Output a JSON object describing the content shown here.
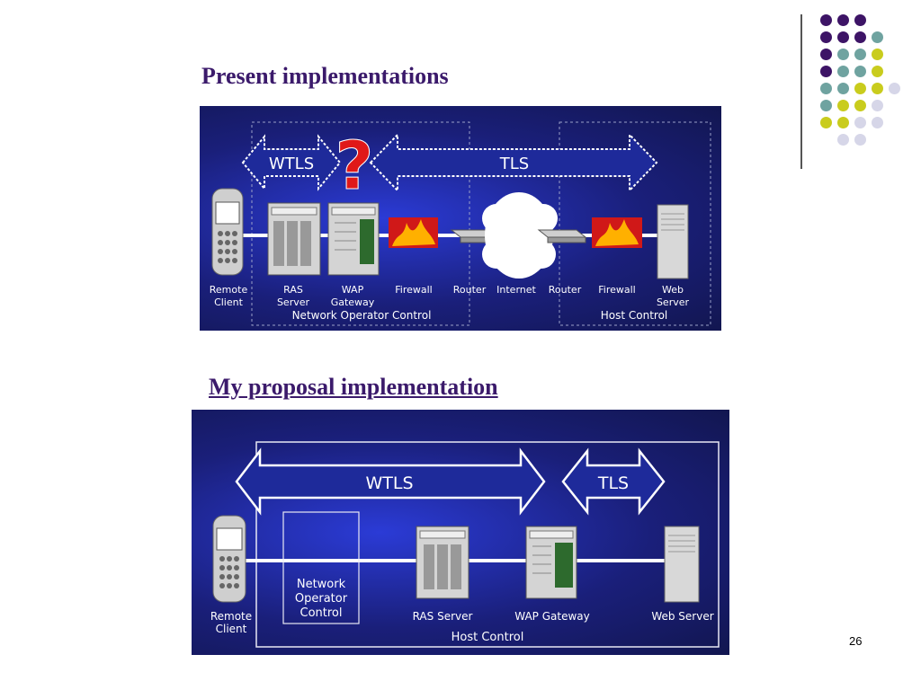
{
  "slide": {
    "title1": "Present implementations",
    "title2": "My proposal implementation",
    "page_number": "26"
  },
  "diagram1": {
    "wtls": "WTLS",
    "tls": "TLS",
    "question": "?",
    "labels": {
      "remote_client_1": "Remote",
      "remote_client_2": "Client",
      "ras_1": "RAS",
      "ras_2": "Server",
      "wap_1": "WAP",
      "wap_2": "Gateway",
      "firewall_a": "Firewall",
      "router_a": "Router",
      "internet": "Internet",
      "router_b": "Router",
      "firewall_b": "Firewall",
      "web_1": "Web",
      "web_2": "Server"
    },
    "network_operator_control": "Network Operator Control",
    "host_control": "Host Control"
  },
  "diagram2": {
    "wtls": "WTLS",
    "tls": "TLS",
    "labels": {
      "remote_client_1": "Remote",
      "remote_client_2": "Client",
      "noc_1": "Network",
      "noc_2": "Operator",
      "noc_3": "Control",
      "ras": "RAS Server",
      "wap": "WAP Gateway",
      "web": "Web Server"
    },
    "host_control": "Host Control"
  },
  "colors": {
    "purple": "#3d1466",
    "teal": "#6fa3a0",
    "yellow": "#c9cc1d",
    "lavender": "#d6d6e8",
    "title": "#3b1a6b",
    "panel_bg": "#1f2590"
  },
  "decoration": {
    "dot_pattern": [
      [
        "purple",
        "purple",
        "purple"
      ],
      [
        "purple",
        "purple",
        "purple",
        "teal"
      ],
      [
        "purple",
        "teal",
        "teal",
        "yellow"
      ],
      [
        "purple",
        "teal",
        "teal",
        "yellow"
      ],
      [
        "teal",
        "teal",
        "yellow",
        "yellow",
        "lavender"
      ],
      [
        "teal",
        "yellow",
        "yellow",
        "lavender"
      ],
      [
        "yellow",
        "yellow",
        "lavender",
        "lavender"
      ],
      [
        "lavender",
        "lavender"
      ]
    ]
  }
}
